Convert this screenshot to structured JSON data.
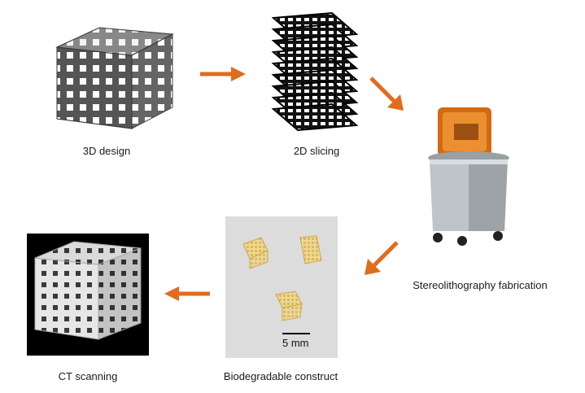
{
  "steps": {
    "design": {
      "label": "3D design"
    },
    "slicing": {
      "label": "2D slicing"
    },
    "fabrication": {
      "label": "Stereolithography fabrication"
    },
    "construct": {
      "label": "Biodegradable construct",
      "scale_bar": "5 mm"
    },
    "ct": {
      "label": "CT scanning"
    }
  },
  "colors": {
    "arrow": "#e06c1c",
    "lattice_light": "#d8d8d8",
    "lattice_dark": "#4a4a4a",
    "resin": "#f0d890",
    "printer_body": "#bfc4c8",
    "printer_lid": "#d46a10",
    "ct_background": "#000000"
  },
  "icons": {
    "arrows": "flow-arrow-icon",
    "printer": "printer-icon"
  }
}
